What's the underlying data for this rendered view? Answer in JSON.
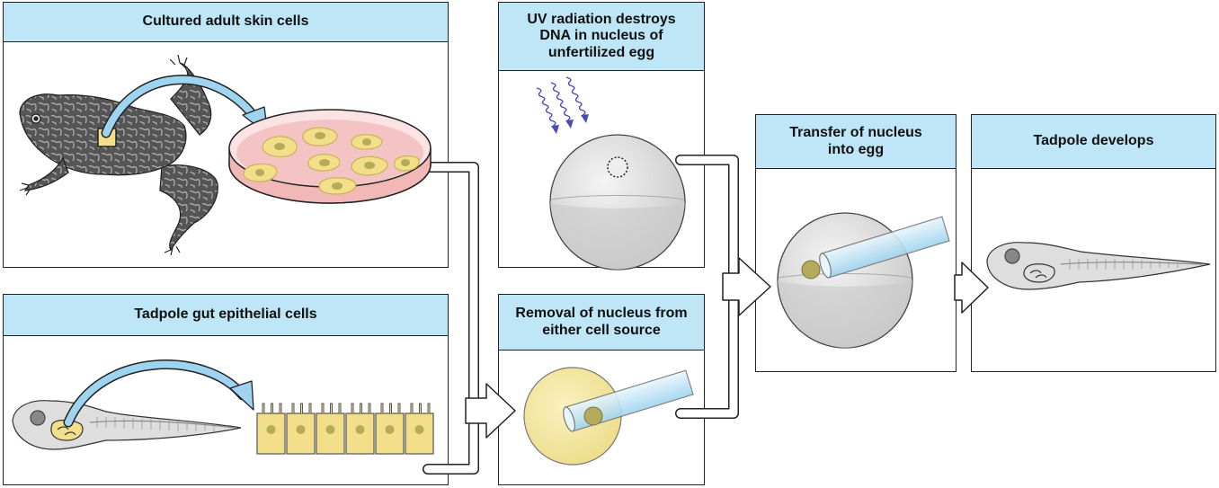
{
  "panels": {
    "adult_skin": {
      "title": "Cultured adult skin cells"
    },
    "tadpole_gut": {
      "title": "Tadpole gut epithelial cells"
    },
    "uv": {
      "title_lines": [
        "UV radiation destroys",
        "DNA in nucleus of",
        "unfertilized egg"
      ]
    },
    "removal": {
      "title_lines": [
        "Removal of nucleus from",
        "either cell source"
      ]
    },
    "transfer": {
      "title_lines": [
        "Transfer of nucleus",
        "into egg"
      ]
    },
    "tadpole": {
      "title": "Tadpole develops"
    }
  },
  "colors": {
    "header_bg": "#bfe6f7",
    "arrow_fill": "#9fd4f0",
    "cell_yellow": "#f3de8a",
    "dish_pink": "#f2b7b7",
    "egg_gray": "#dcdcdc",
    "nucleus_olive": "#b5ab5a",
    "uv_purple": "#4b4bb5"
  }
}
